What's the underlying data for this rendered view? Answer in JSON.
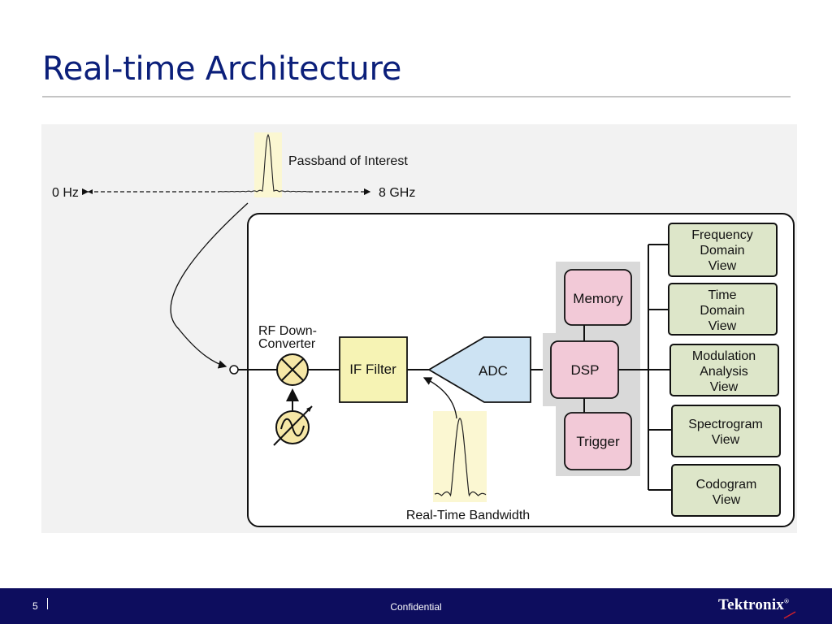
{
  "slide": {
    "title": "Real-time Architecture",
    "page_number": "5",
    "footer_label": "Confidential",
    "brand": "Tektronix",
    "brand_mark": "®"
  },
  "diagram": {
    "spectrum": {
      "left_label": "0 Hz",
      "right_label": "8 GHz",
      "passband_label": "Passband of Interest"
    },
    "rf_block": {
      "line1": "RF Down-",
      "line2": "Converter"
    },
    "if_filter": "IF Filter",
    "adc": "ADC",
    "memory": "Memory",
    "dsp": "DSP",
    "trigger": "Trigger",
    "rtbw_label": "Real-Time Bandwidth",
    "views": [
      {
        "lines": [
          "Frequency",
          "Domain",
          "View"
        ]
      },
      {
        "lines": [
          "Time",
          "Domain",
          "View"
        ]
      },
      {
        "lines": [
          "Modulation",
          "Analysis",
          "View"
        ]
      },
      {
        "lines": [
          "Spectrogram",
          "View"
        ]
      },
      {
        "lines": [
          "Codogram",
          "View"
        ]
      }
    ]
  },
  "colors": {
    "title": "#0b1f7a",
    "footer_bg": "#0d0d5e",
    "if_filter_fill": "#f6f3b4",
    "adc_fill": "#cde3f3",
    "dsp_fill": "#f2c9d7",
    "view_fill": "#dde6c9",
    "highlight": "#fbf7d2"
  }
}
